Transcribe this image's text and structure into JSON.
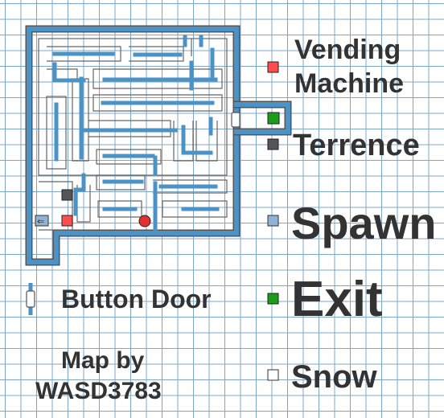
{
  "legend": {
    "vending_machine": {
      "label": "Vending Machine",
      "line1": "Vending",
      "line2": "Machine",
      "color": "#ff4d4d"
    },
    "terrence": {
      "label": "Terrence",
      "color": "#555555"
    },
    "spawn": {
      "label": "Spawn",
      "color": "#8fb3d6"
    },
    "exit": {
      "label": "Exit",
      "color": "#1a9e1a"
    },
    "snow": {
      "label": "Snow",
      "color": "#ffffff"
    },
    "button_door": {
      "label": "Button Door"
    }
  },
  "credit": {
    "line1": "Map by",
    "line2": "WASD3783"
  },
  "colors": {
    "wall_outer": "#4b93c7",
    "wall_inner": "#4b93c7",
    "wall_outline": "#555555",
    "grid": "#7da7c9",
    "enemy_dot": "#e53030"
  }
}
